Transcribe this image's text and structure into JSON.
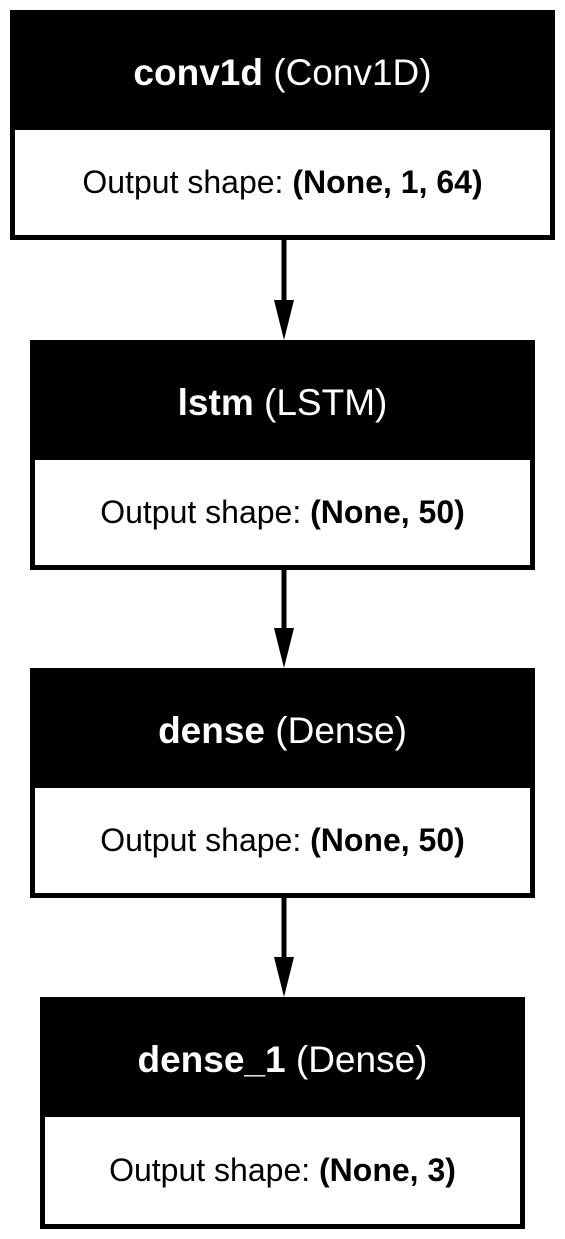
{
  "layers": [
    {
      "name": "conv1d",
      "type": "(Conv1D)",
      "shape_label": "Output shape:",
      "shape_value": "(None, 1, 64)"
    },
    {
      "name": "lstm",
      "type": "(LSTM)",
      "shape_label": "Output shape:",
      "shape_value": "(None, 50)"
    },
    {
      "name": "dense",
      "type": "(Dense)",
      "shape_label": "Output shape:",
      "shape_value": "(None, 50)"
    },
    {
      "name": "dense_1",
      "type": "(Dense)",
      "shape_label": "Output shape:",
      "shape_value": "(None, 3)"
    }
  ],
  "colors": {
    "header_bg": "#000000",
    "header_text": "#ffffff",
    "body_bg": "#ffffff",
    "body_text": "#000000",
    "arrow": "#000000"
  }
}
